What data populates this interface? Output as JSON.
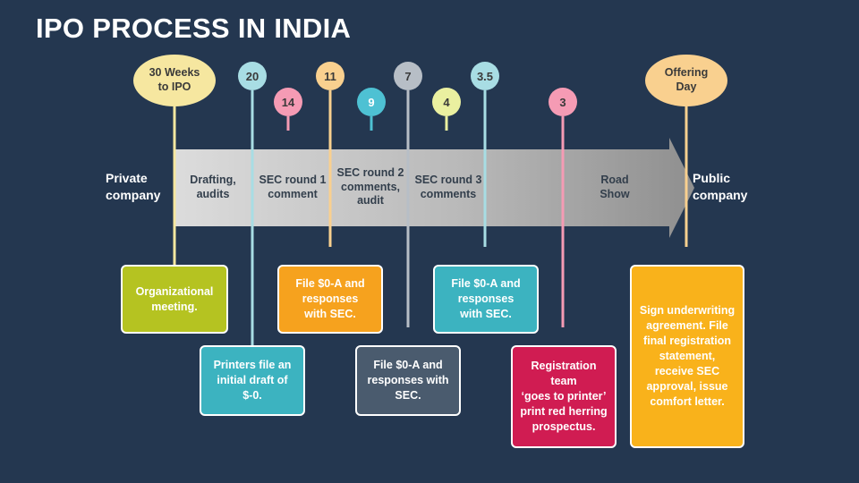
{
  "title": "IPO PROCESS IN INDIA",
  "ends": {
    "start": "Private\ncompany",
    "end": "Public\ncompany"
  },
  "milestones": [
    {
      "label": "30 Weeks\nto IPO",
      "color": "#f6e7a0",
      "text_color": "#3a3a3a"
    },
    {
      "label": "20",
      "color": "#a8dde4",
      "text_color": "#3a3a3a"
    },
    {
      "label": "14",
      "color": "#f59bb4",
      "text_color": "#3a3a3a"
    },
    {
      "label": "11",
      "color": "#f9d08f",
      "text_color": "#3a3a3a"
    },
    {
      "label": "9",
      "color": "#4ec1d3",
      "text_color": "#ffffff"
    },
    {
      "label": "7",
      "color": "#b7bec6",
      "text_color": "#3a3a3a"
    },
    {
      "label": "4",
      "color": "#eaf0a0",
      "text_color": "#3a3a3a"
    },
    {
      "label": "3.5",
      "color": "#a8dde4",
      "text_color": "#3a3a3a"
    },
    {
      "label": "3",
      "color": "#f59bb4",
      "text_color": "#3a3a3a"
    },
    {
      "label": "Offering\nDay",
      "color": "#f9d08f",
      "text_color": "#3a3a3a"
    }
  ],
  "stages": [
    "Drafting,\naudits",
    "SEC round 1\ncomment",
    "SEC round 2\ncomments,\naudit",
    "SEC round 3\ncomments",
    "Road\nShow"
  ],
  "boxes": [
    {
      "text": "Organizational\nmeeting.",
      "color": "#b5c321"
    },
    {
      "text": "Printers file an\ninitial draft of\n$-0.",
      "color": "#3cb3c0"
    },
    {
      "text": "File $0-A and\nresponses\nwith SEC.",
      "color": "#f6a21e"
    },
    {
      "text": "File $0-A and\nresponses with\nSEC.",
      "color": "#4a5b6e"
    },
    {
      "text": "File $0-A and\nresponses\nwith SEC.",
      "color": "#3cb3c0"
    },
    {
      "text": "Registration team\n‘goes to printer’\nprint red herring\nprospectus.",
      "color": "#d01c52"
    },
    {
      "text": "Sign underwriting\nagreement. File\nfinal registration\nstatement,\nreceive SEC\napproval, issue\ncomfort letter.",
      "color": "#f9b21b"
    }
  ]
}
